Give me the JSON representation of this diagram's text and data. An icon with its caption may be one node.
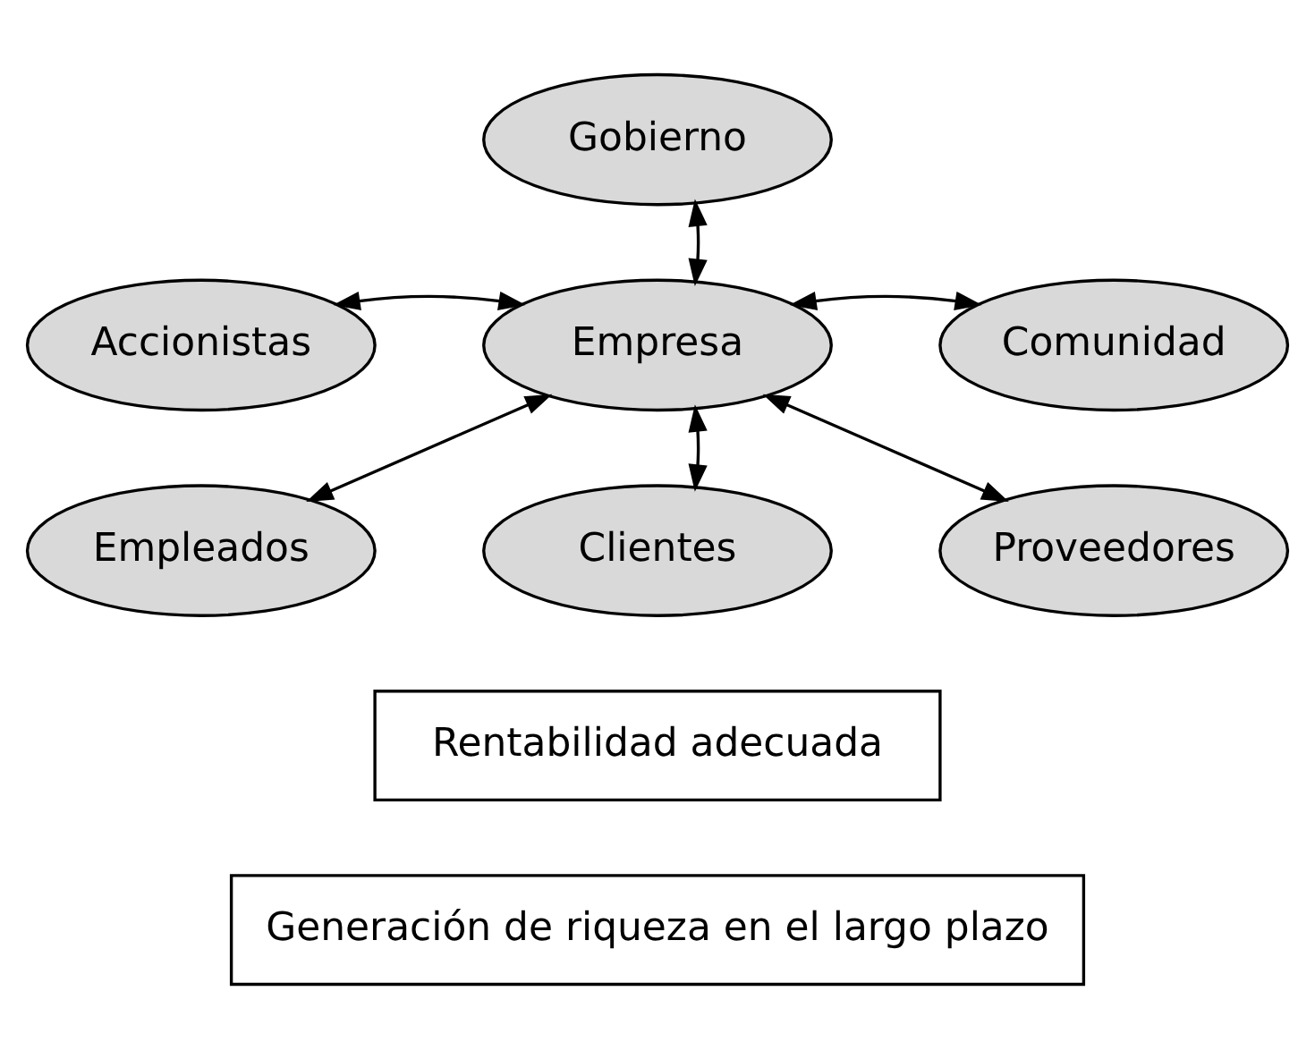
{
  "diagram": {
    "nodes": [
      {
        "text": [
          "Gobierno"
        ]
      },
      {
        "text": [
          "Accionistas"
        ]
      },
      {
        "text": [
          "Empresa"
        ]
      },
      {
        "text": [
          "Comunidad"
        ]
      },
      {
        "text": [
          "Empleados"
        ]
      },
      {
        "text": [
          "Proveedores"
        ]
      },
      {
        "text": [
          "Clientes"
        ]
      },
      {
        "text": [
          "Rentabilidad adecuada"
        ]
      },
      {
        "text": [
          "Generación de riqueza en el largo plazo"
        ]
      }
    ],
    "edges": [
      {
        "from": 2,
        "to": 0,
        "arrow": "both"
      },
      {
        "from": 2,
        "to": 1,
        "arrow": "both"
      },
      {
        "from": 2,
        "to": 3,
        "arrow": "both"
      },
      {
        "from": 2,
        "to": 4,
        "arrow": "both"
      },
      {
        "from": 2,
        "to": 5,
        "arrow": "both"
      },
      {
        "from": 2,
        "to": 6,
        "arrow": "both"
      }
    ]
  }
}
